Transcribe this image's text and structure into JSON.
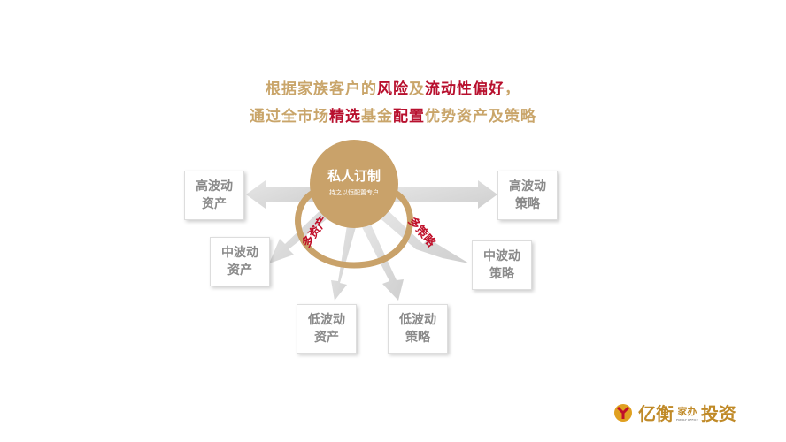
{
  "title": {
    "line1": {
      "a": "根据家族客户的",
      "b": "风险",
      "c": "及",
      "d": "流动性偏好",
      "e": "，"
    },
    "line2": {
      "a": "通过全市场",
      "b": "精选",
      "c": "基金",
      "d": "配置",
      "e": "优势资产及策略"
    }
  },
  "center": {
    "title": "私人订制",
    "subtitle": "持之以恒配置专户"
  },
  "labels": {
    "left": "多资产",
    "right": "多策略"
  },
  "boxes": {
    "high_asset": [
      "高波动",
      "资产"
    ],
    "mid_asset": [
      "中波动",
      "资产"
    ],
    "low_asset": [
      "低波动",
      "资产"
    ],
    "low_strategy": [
      "低波动",
      "策略"
    ],
    "mid_strategy": [
      "中波动",
      "策略"
    ],
    "high_strategy": [
      "高波动",
      "策略"
    ]
  },
  "logo": {
    "text1": "亿衡",
    "text2": "家办",
    "text3": "投资",
    "small": "FAMILY OFFICE"
  },
  "colors": {
    "gold": "#c9a26a",
    "red": "#b8102e",
    "gray": "#d9d9d9"
  }
}
